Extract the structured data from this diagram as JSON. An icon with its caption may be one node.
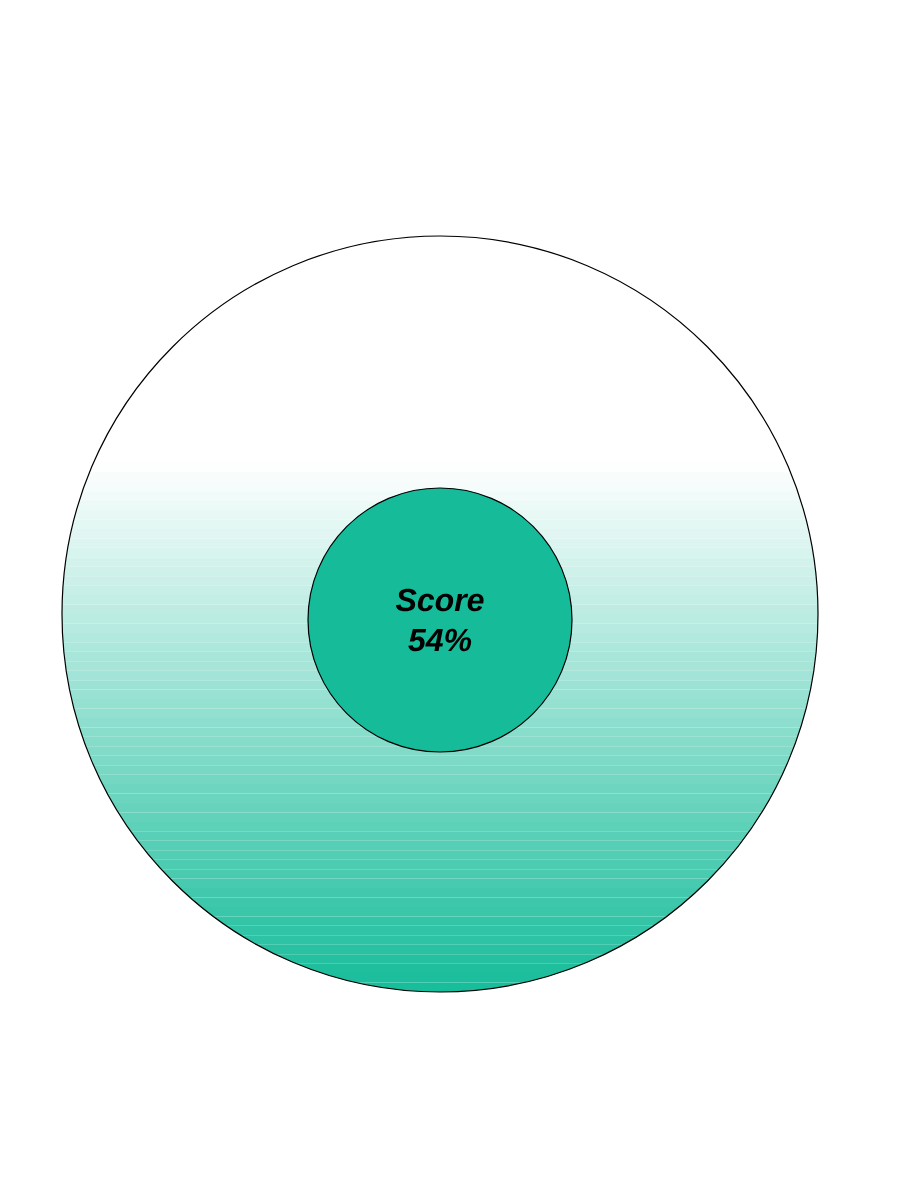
{
  "diagram": {
    "nodes": [
      {
        "text": [],
        "shape": "circle"
      },
      {
        "text": [
          "Score 54%"
        ],
        "in": 0
      }
    ]
  }
}
